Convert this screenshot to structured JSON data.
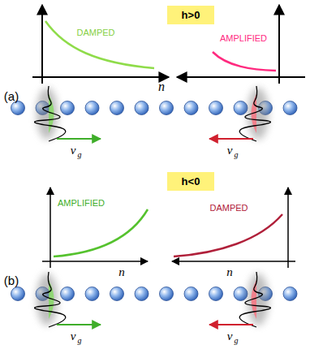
{
  "diagram": {
    "nodes": [
      {
        "text": [
          "h>0"
        ]
      },
      {
        "text": [
          "h<0"
        ]
      }
    ],
    "labels": [
      "(a)",
      "DAMPED",
      "AMPLIFIED",
      "n",
      "v",
      "g",
      "v",
      "g",
      "(b)",
      "AMPLIFIED",
      "DAMPED",
      "n",
      "n",
      "v",
      "g",
      "v",
      "g"
    ]
  }
}
